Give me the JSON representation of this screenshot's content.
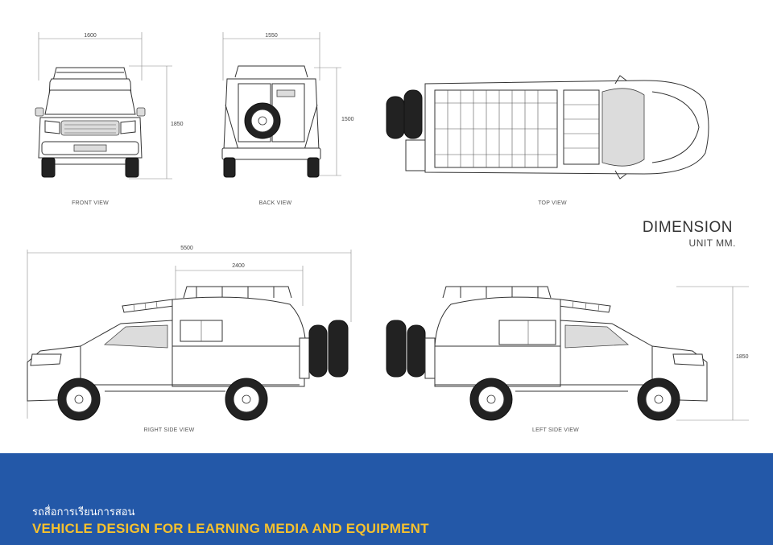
{
  "dimensions": {
    "front_width": "1600",
    "front_height": "1850",
    "back_width": "1550",
    "back_height": "1500",
    "side_length": "5500",
    "canopy_length": "2400",
    "side_height": "1850"
  },
  "view_labels": {
    "front": "FRONT VIEW",
    "back": "BACK VIEW",
    "top": "TOP VIEW",
    "right_side": "RIGHT SIDE VIEW",
    "left_side": "LEFT SIDE VIEW"
  },
  "legend": {
    "title": "DIMENSION",
    "unit": "UNIT MM."
  },
  "footer": {
    "thai_title": "รถสื่อการเรียนการสอน",
    "english_title": "VEHICLE DESIGN FOR LEARNING MEDIA AND EQUIPMENT",
    "background_color": "#2358a8",
    "title_color": "#f5c12e"
  }
}
